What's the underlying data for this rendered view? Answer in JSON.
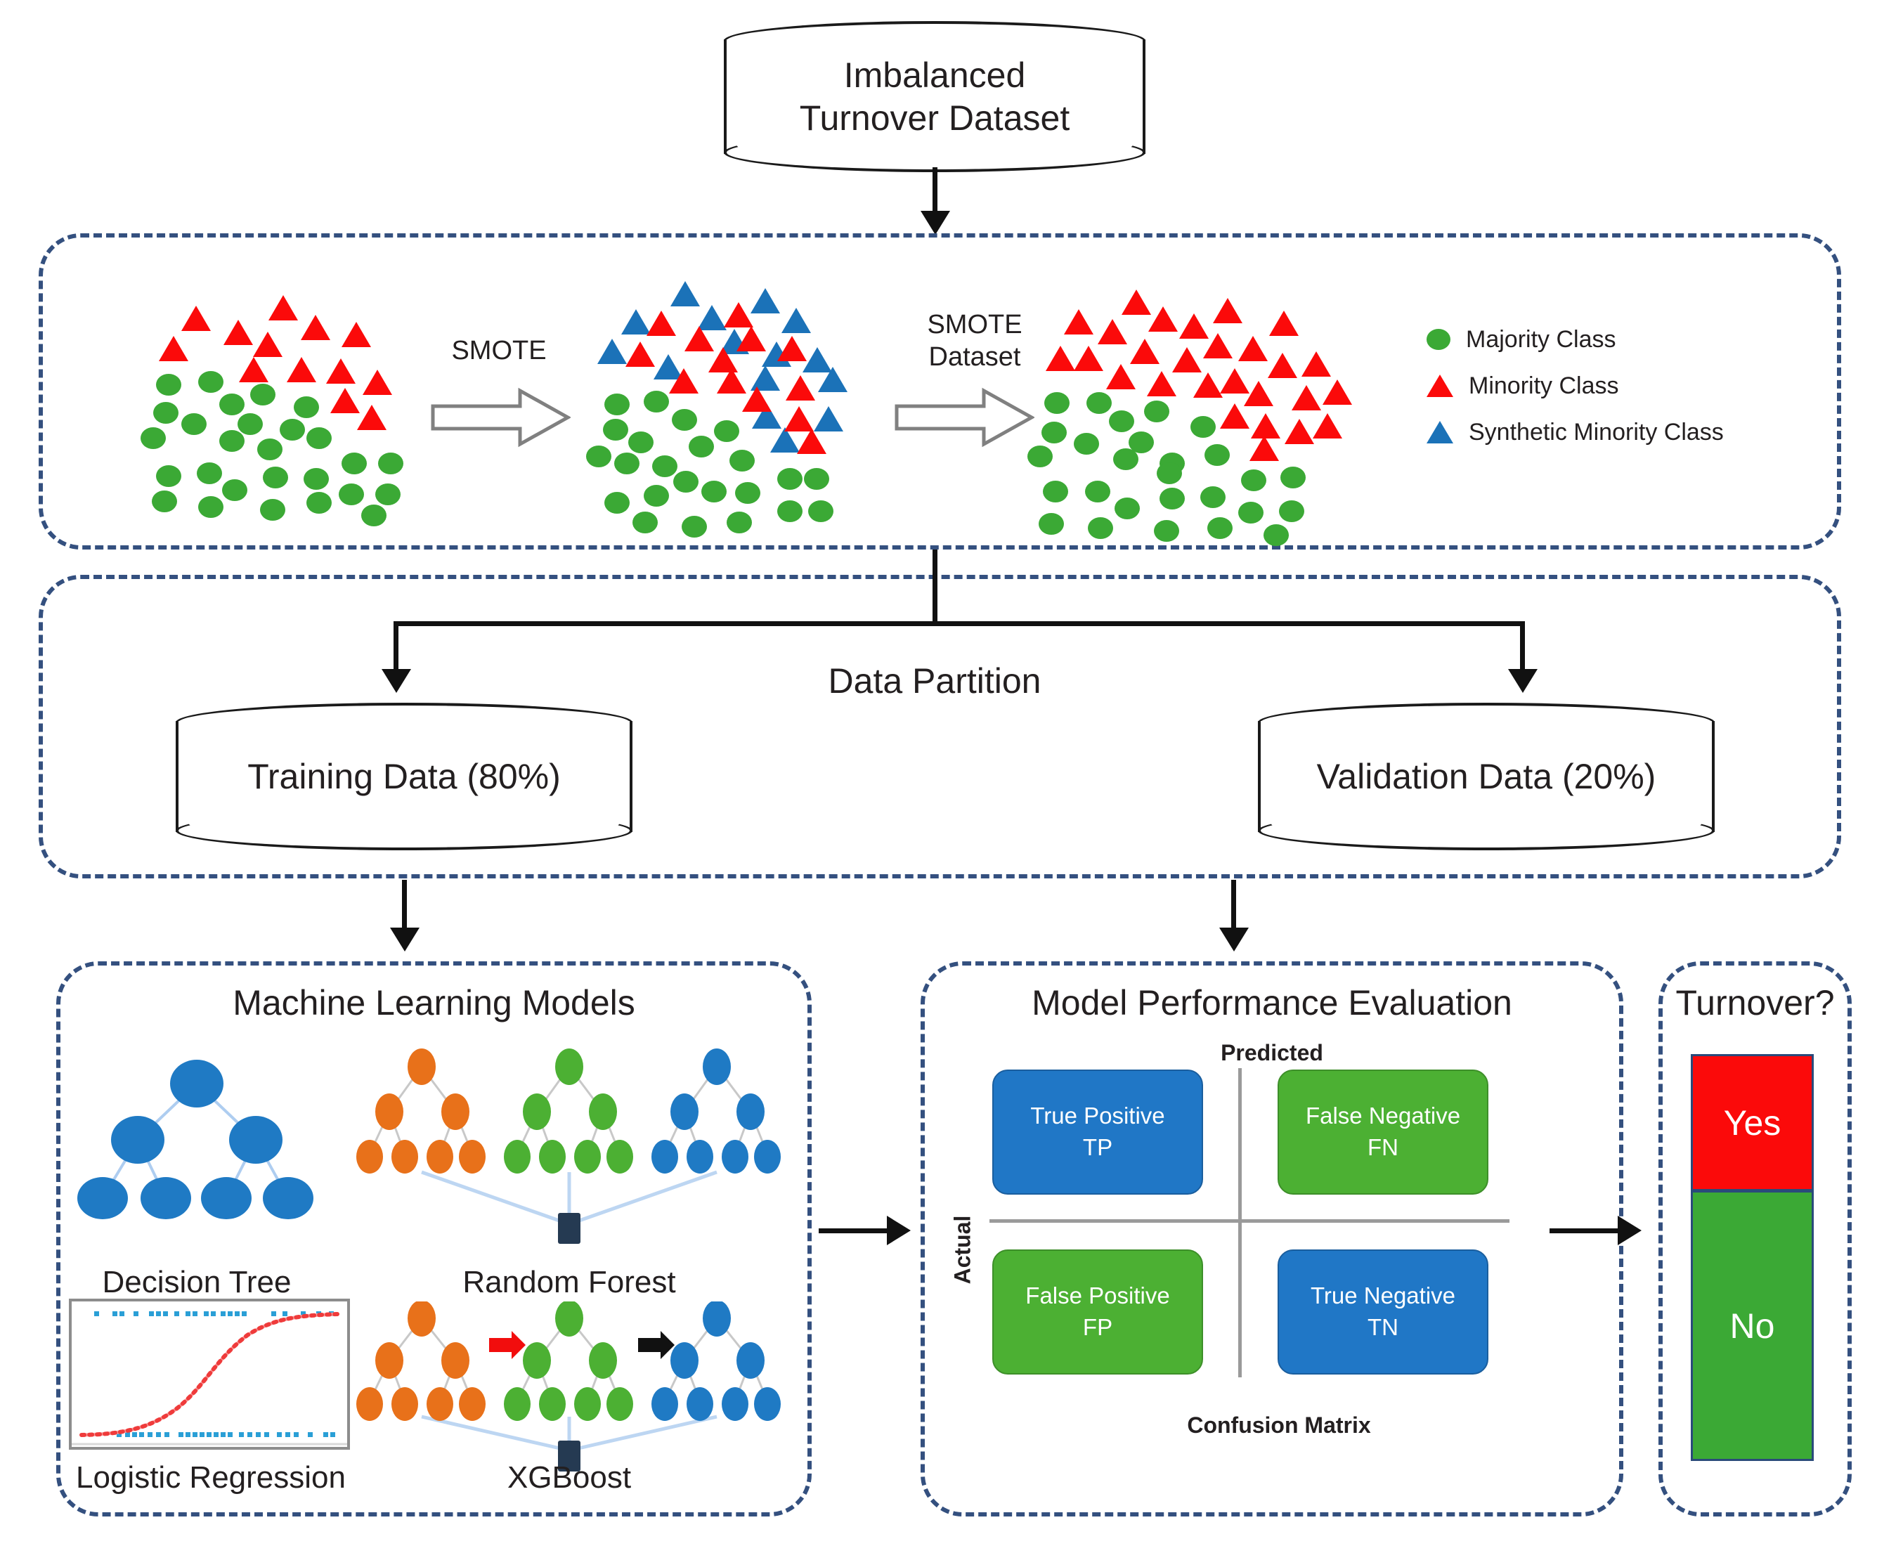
{
  "source": {
    "label_line1": "Imbalanced",
    "label_line2": "Turnover Dataset"
  },
  "smote_stage": {
    "arrow1_label": "SMOTE",
    "arrow2_label_line1": "SMOTE",
    "arrow2_label_line2": "Dataset",
    "legend": [
      {
        "marker": "circle-green",
        "label": "Majority Class"
      },
      {
        "marker": "triangle-red",
        "label": "Minority Class"
      },
      {
        "marker": "triangle-blue",
        "label": "Synthetic Minority Class"
      }
    ]
  },
  "partition": {
    "title": "Data Partition",
    "training": "Training Data (80%)",
    "validation": "Validation Data (20%)"
  },
  "models": {
    "title": "Machine Learning Models",
    "items": [
      {
        "label": "Decision Tree"
      },
      {
        "label": "Random Forest"
      },
      {
        "label": "Logistic Regression"
      },
      {
        "label": "XGBoost"
      }
    ]
  },
  "evaluation": {
    "title": "Model Performance Evaluation",
    "axis_top": "Predicted",
    "axis_left": "Actual",
    "caption": "Confusion Matrix",
    "cells": [
      {
        "name": "True Positive",
        "abbr": "TP",
        "color": "#2077c6"
      },
      {
        "name": "False Negative",
        "abbr": "FN",
        "color": "#4cb033"
      },
      {
        "name": "False Positive",
        "abbr": "FP",
        "color": "#4cb033"
      },
      {
        "name": "True Negative",
        "abbr": "TN",
        "color": "#2077c6"
      }
    ]
  },
  "outcome": {
    "title": "Turnover?",
    "yes": "Yes",
    "no": "No",
    "yes_color": "#fb0a0a",
    "no_color": "#3ba935"
  },
  "colors": {
    "panel_border": "#34507f",
    "majority": "#3ba935",
    "minority": "#fb0a0a",
    "synthetic": "#1b72b8",
    "arrow": "#111111"
  }
}
